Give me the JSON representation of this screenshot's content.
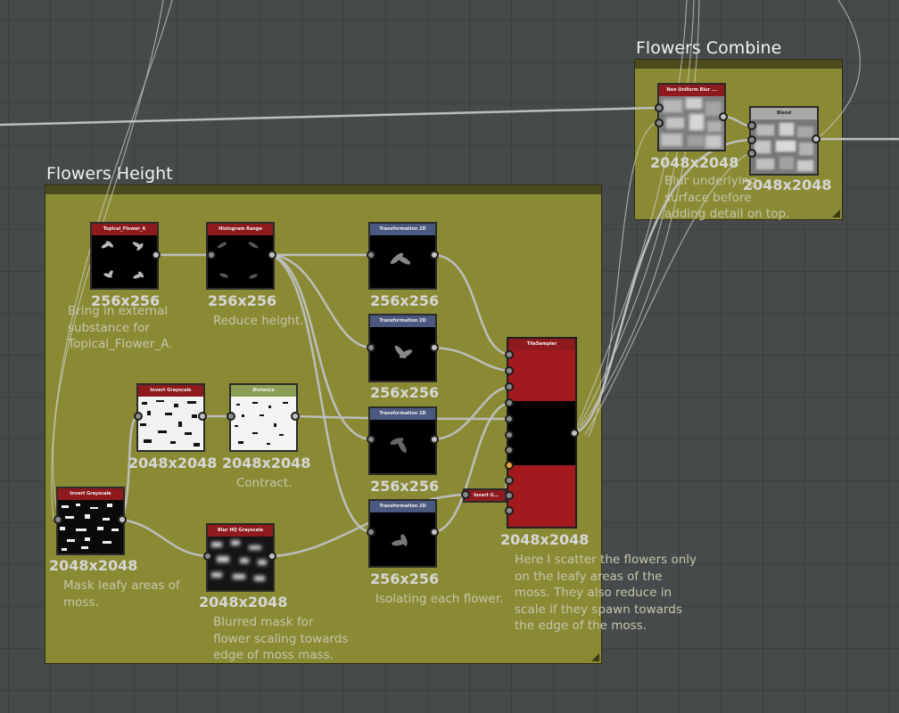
{
  "frames": {
    "flowers_height": {
      "title": "Flowers Height"
    },
    "flowers_combine": {
      "title": "Flowers Combine"
    }
  },
  "nodes": {
    "topical_flower": {
      "title": "Topical_Flower_A",
      "size": "256x256"
    },
    "histogram_range": {
      "title": "Histogram Range",
      "size": "256x256"
    },
    "transform_1": {
      "title": "Transformation 2D",
      "size": "256x256"
    },
    "transform_2": {
      "title": "Transformation 2D",
      "size": "256x256"
    },
    "transform_3": {
      "title": "Transformation 2D",
      "size": "256x256"
    },
    "transform_4": {
      "title": "Transformation 2D",
      "size": "256x256"
    },
    "tile_sampler": {
      "title": "TileSampler",
      "size": "2048x2048"
    },
    "invert_grayscale_top": {
      "title": "Invert Grayscale",
      "size": "2048x2048"
    },
    "distance": {
      "title": "Distance",
      "size": "2048x2048"
    },
    "invert_grayscale_left": {
      "title": "Invert Grayscale",
      "size": "2048x2048"
    },
    "blur_hq": {
      "title": "Blur HQ Grayscale",
      "size": "2048x2048"
    },
    "invert_g_small": {
      "title": "Invert G..."
    },
    "non_uniform_blur": {
      "title": "Non Uniform Blur ...",
      "size": "2048x2048"
    },
    "blend": {
      "title": "Blend",
      "size": "2048x2048"
    }
  },
  "comments": {
    "bring_in": [
      "Bring in external",
      "substance for",
      "Topical_Flower_A."
    ],
    "reduce_height": [
      "Reduce height."
    ],
    "contract": [
      "Contract."
    ],
    "mask_leafy": [
      "Mask leafy areas of",
      "moss."
    ],
    "blurred_mask": [
      "Blurred mask for",
      "flower scaling towards",
      "edge of moss mass."
    ],
    "isolating": [
      "Isolating each flower."
    ],
    "scatter": [
      "Here I scatter the flowers only",
      "on the leafy areas of the",
      "moss. They also reduce in",
      "scale if they spawn towards",
      "the edge of the moss."
    ],
    "blur_underlying": [
      "Blur underlying",
      "surface before",
      "adding detail on top."
    ]
  }
}
